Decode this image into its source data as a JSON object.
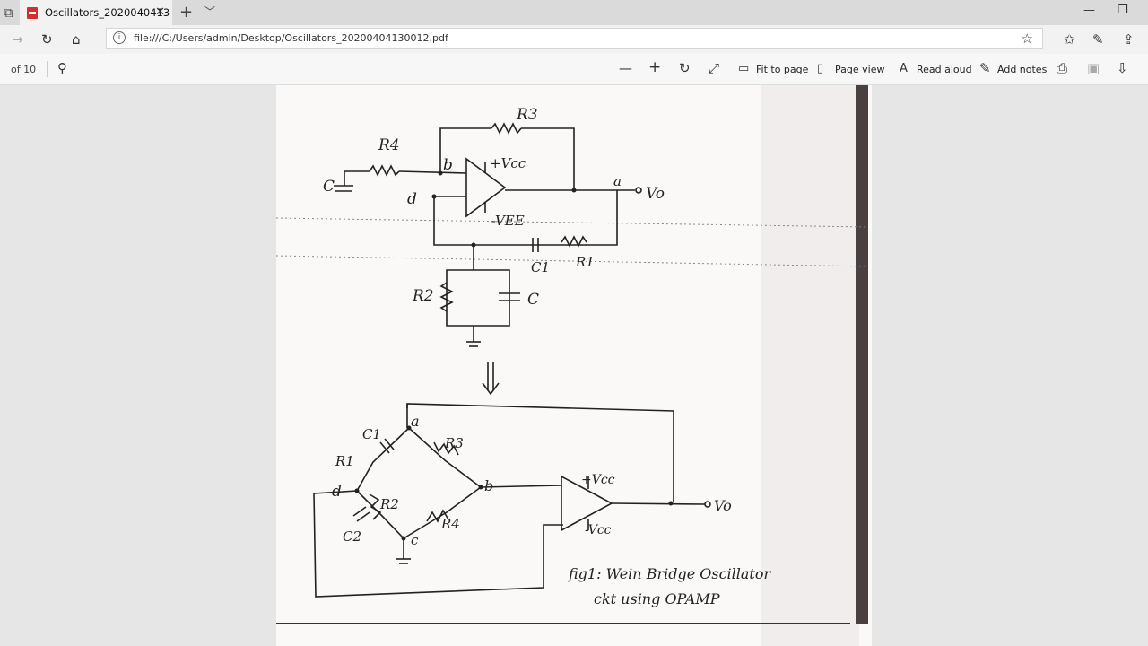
{
  "browser": {
    "tab_title": "Oscillators_2020040413",
    "url": "file:///C:/Users/admin/Desktop/Oscillators_20200404130012.pdf"
  },
  "pdf_toolbar": {
    "page_count": "of 10",
    "fit_to_page": "Fit to page",
    "page_view": "Page view",
    "read_aloud": "Read aloud",
    "add_notes": "Add notes"
  },
  "document": {
    "top_circuit": {
      "labels": {
        "r3": "R3",
        "r4": "R4",
        "c": "C",
        "b": "b",
        "d": "d",
        "vcc": "+Vcc",
        "vee": "-VEE",
        "a": "a",
        "vo": "Vo",
        "c1": "C1",
        "r1": "R1",
        "r2": "R2",
        "c_right": "C"
      }
    },
    "bottom_circuit": {
      "labels": {
        "a": "a",
        "c1": "C1",
        "r3": "R3",
        "r1": "R1",
        "d": "d",
        "r2": "R2",
        "c2": "C2",
        "c": "c",
        "b": "b",
        "r4": "R4",
        "vcc": "+Vcc",
        "vcc_minus": "-Vcc",
        "vo": "Vo"
      }
    },
    "caption_line1": "fig1: Wein Bridge Oscillator",
    "caption_line2": "ckt using OPAMP"
  }
}
